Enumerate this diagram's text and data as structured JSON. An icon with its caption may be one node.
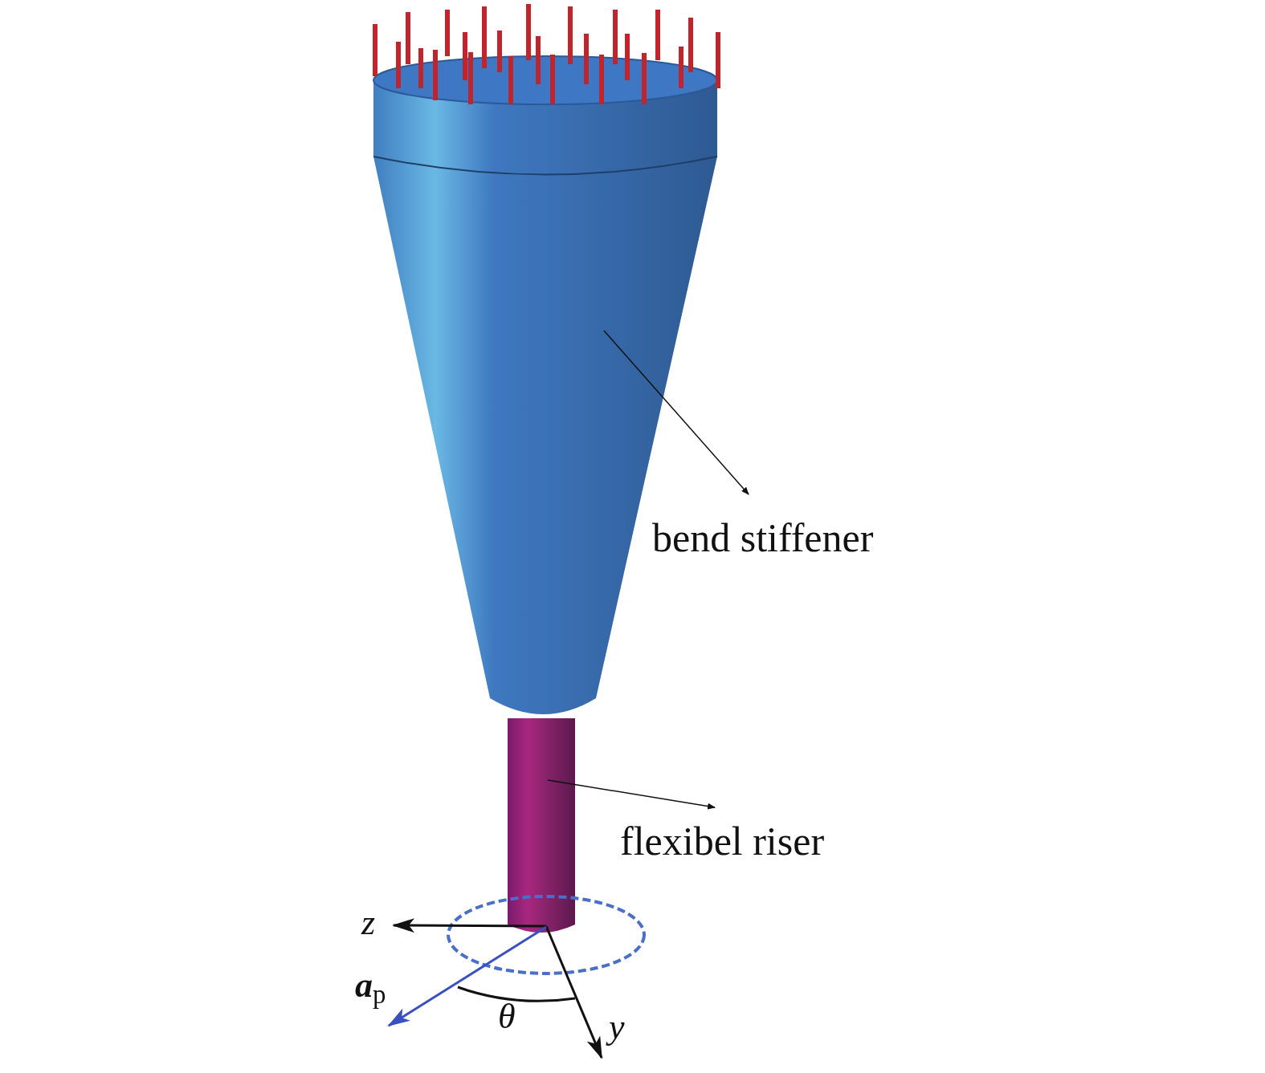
{
  "diagram": {
    "nodes": [
      {
        "text": [
          "bend stiffener"
        ]
      },
      {
        "text": [],
        "shape": "cone"
      },
      {
        "text": [
          "flexibel riser"
        ]
      },
      {
        "text": [],
        "shape": "cylinder"
      }
    ],
    "edges": [
      {
        "from": 1,
        "to": 0,
        "arrow": "to"
      },
      {
        "from": 3,
        "to": 2,
        "arrow": "to"
      }
    ],
    "labels": [
      "z",
      "**a**$_{p}$",
      "θ",
      "y"
    ]
  }
}
